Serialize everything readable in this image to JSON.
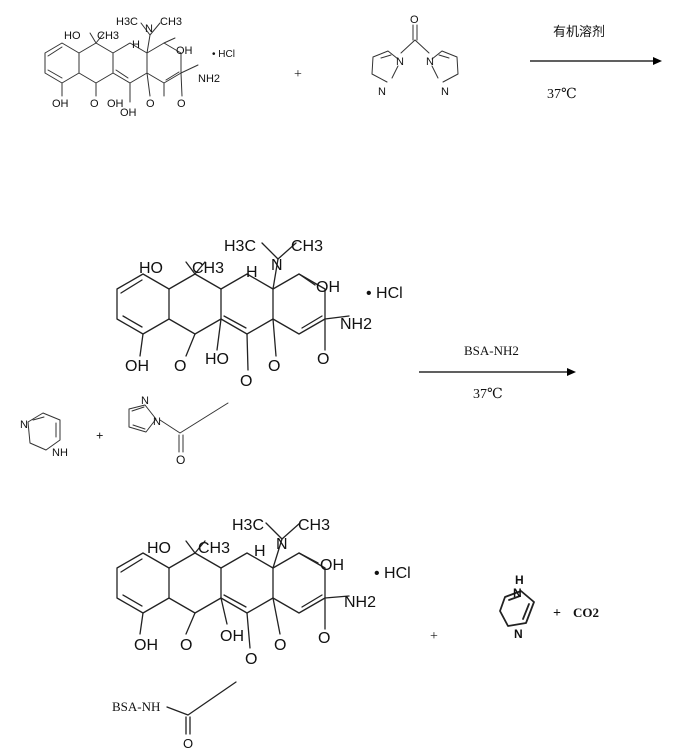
{
  "reaction1": {
    "plus": "+",
    "condition_top": "有机溶剂",
    "condition_bottom": "37℃",
    "reactant": {
      "labels": [
        "HO",
        "CH3",
        "H3C",
        "N",
        "CH3",
        "H",
        "OH",
        "NH2",
        "OH",
        "O",
        "OH",
        "OH",
        "O",
        "O"
      ],
      "salt": "• HCl"
    },
    "reagent": {
      "labels": [
        "O",
        "N",
        "N",
        "N",
        "N"
      ]
    }
  },
  "intermediate": {
    "labels": [
      "HO",
      "CH3",
      "H3C",
      "N",
      "CH3",
      "H",
      "OH",
      "NH2",
      "OH",
      "O",
      "HO",
      "O",
      "O",
      "O"
    ],
    "salt": "• HCl",
    "byproduct": {
      "ring_labels": [
        "N",
        "NH"
      ],
      "plus": "+",
      "acyl_labels": [
        "N",
        "N",
        "O"
      ]
    }
  },
  "reaction2": {
    "condition_top": "BSA-NH2",
    "condition_bottom": "37℃"
  },
  "product": {
    "labels": [
      "HO",
      "CH3",
      "H3C",
      "N",
      "CH3",
      "H",
      "OH",
      "NH2",
      "OH",
      "O",
      "OH",
      "O",
      "O",
      "O"
    ],
    "salt": "• HCl",
    "plus": "+",
    "imidazole_labels": [
      "H",
      "N",
      "N"
    ],
    "plus2": "+",
    "co2": "CO2",
    "conjugate_label": "BSA-NH",
    "conjugate_o": "O"
  }
}
